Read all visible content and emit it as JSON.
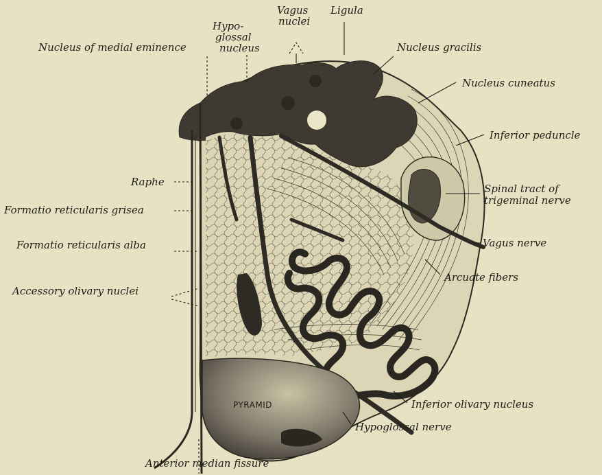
{
  "figure": {
    "pyramid_label": "PYRAMID",
    "labels": {
      "hypoglossal_nucleus_1": "Hypo-",
      "hypoglossal_nucleus_2": "glossal",
      "hypoglossal_nucleus_3": "nucleus",
      "vagus_nuclei_1": "Vagus",
      "vagus_nuclei_2": "nuclei",
      "ligula": "Ligula",
      "nucleus_medial_eminence": "Nucleus of medial eminence",
      "nucleus_gracilis": "Nucleus gracilis",
      "nucleus_cuneatus": "Nucleus cuneatus",
      "inferior_peduncle": "Inferior peduncle",
      "raphe": "Raphe",
      "spinal_tract_1": "Spinal tract of",
      "spinal_tract_2": "trigeminal nerve",
      "formatio_grisea": "Formatio reticularis grisea",
      "formatio_alba": "Formatio reticularis alba",
      "vagus_nerve": "Vagus nerve",
      "arcuate_fibers": "Arcuate fibers",
      "accessory_olivary": "Accessory olivary nuclei",
      "inferior_olivary": "Inferior olivary nucleus",
      "hypoglossal_nerve": "Hypoglossal nerve",
      "anterior_median_fissure": "Anterior median fissure"
    }
  }
}
